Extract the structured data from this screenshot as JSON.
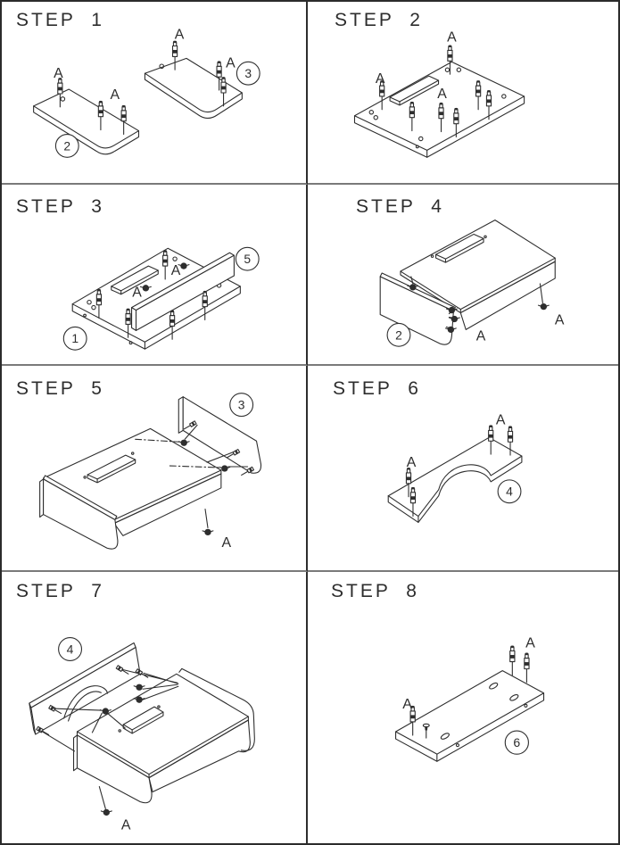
{
  "colors": {
    "line": "#2e2e2e",
    "grid_horizontal": "#7a7a7a",
    "border": "#2b2b2b",
    "background": "#ffffff"
  },
  "steps": [
    {
      "title": "STEP 1",
      "badges": [
        "2",
        "3"
      ],
      "fasteners": [
        "A",
        "A",
        "A",
        "A"
      ]
    },
    {
      "title": "STEP 2",
      "badges": [],
      "fasteners": [
        "A",
        "A",
        "A"
      ]
    },
    {
      "title": "STEP 3",
      "badges": [
        "1",
        "5"
      ],
      "fasteners": [
        "A",
        "A"
      ]
    },
    {
      "title": "STEP 4",
      "badges": [
        "2"
      ],
      "fasteners": [
        "A",
        "A"
      ]
    },
    {
      "title": "STEP 5",
      "badges": [
        "3"
      ],
      "fasteners": [
        "A"
      ]
    },
    {
      "title": "STEP 6",
      "badges": [
        "4"
      ],
      "fasteners": [
        "A",
        "A"
      ]
    },
    {
      "title": "STEP 7",
      "badges": [
        "4"
      ],
      "fasteners": [
        "A"
      ]
    },
    {
      "title": "STEP 8",
      "badges": [
        "6"
      ],
      "fasteners": [
        "A",
        "A"
      ]
    }
  ]
}
